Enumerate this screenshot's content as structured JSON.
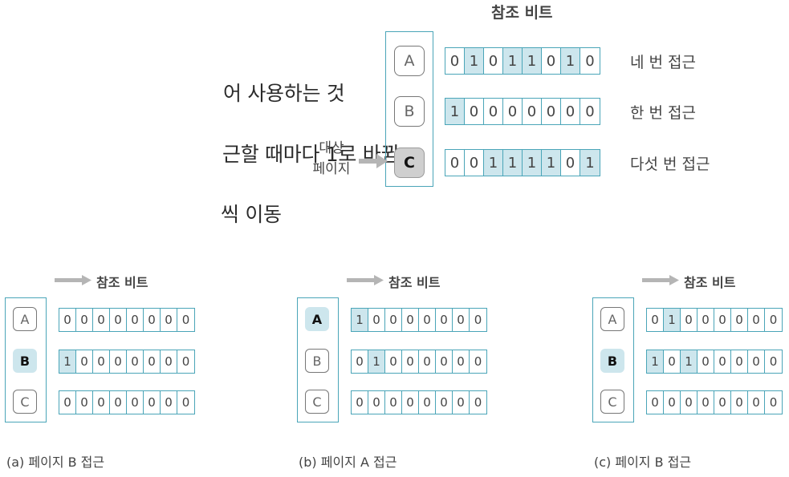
{
  "bullets": [
    "어 사용하는 것",
    "근할 때마다 1로 바뀜",
    "씩 이동"
  ],
  "top": {
    "title": "참조 비트",
    "target_label": "대상\n페이지",
    "rows": [
      {
        "page": "A",
        "bits": [
          "0",
          "1",
          "0",
          "1",
          "1",
          "0",
          "1",
          "0"
        ],
        "on": [
          1,
          3,
          4,
          6
        ],
        "label": "네 번 접근",
        "state": "normal"
      },
      {
        "page": "B",
        "bits": [
          "1",
          "0",
          "0",
          "0",
          "0",
          "0",
          "0",
          "0"
        ],
        "on": [
          0
        ],
        "label": "한 번 접근",
        "state": "normal"
      },
      {
        "page": "C",
        "bits": [
          "0",
          "0",
          "1",
          "1",
          "1",
          "1",
          "0",
          "1"
        ],
        "on": [
          2,
          3,
          4,
          5,
          7
        ],
        "label": "다섯 번 접근",
        "state": "selected"
      }
    ]
  },
  "panels": [
    {
      "subtitle": "참조 비트",
      "caption": "(a) 페이지 B 접근",
      "rows": [
        {
          "page": "A",
          "bits": [
            "0",
            "0",
            "0",
            "0",
            "0",
            "0",
            "0",
            "0"
          ],
          "on": [],
          "state": "normal"
        },
        {
          "page": "B",
          "bits": [
            "1",
            "0",
            "0",
            "0",
            "0",
            "0",
            "0",
            "0"
          ],
          "on": [
            0
          ],
          "state": "active"
        },
        {
          "page": "C",
          "bits": [
            "0",
            "0",
            "0",
            "0",
            "0",
            "0",
            "0",
            "0"
          ],
          "on": [],
          "state": "normal"
        }
      ]
    },
    {
      "subtitle": "참조 비트",
      "caption": "(b) 페이지 A 접근",
      "rows": [
        {
          "page": "A",
          "bits": [
            "1",
            "0",
            "0",
            "0",
            "0",
            "0",
            "0",
            "0"
          ],
          "on": [
            0
          ],
          "state": "active"
        },
        {
          "page": "B",
          "bits": [
            "0",
            "1",
            "0",
            "0",
            "0",
            "0",
            "0",
            "0"
          ],
          "on": [
            1
          ],
          "state": "normal"
        },
        {
          "page": "C",
          "bits": [
            "0",
            "0",
            "0",
            "0",
            "0",
            "0",
            "0",
            "0"
          ],
          "on": [],
          "state": "normal"
        }
      ]
    },
    {
      "subtitle": "참조 비트",
      "caption": "(c) 페이지 B 접근",
      "rows": [
        {
          "page": "A",
          "bits": [
            "0",
            "1",
            "0",
            "0",
            "0",
            "0",
            "0",
            "0"
          ],
          "on": [
            1
          ],
          "state": "normal"
        },
        {
          "page": "B",
          "bits": [
            "1",
            "0",
            "1",
            "0",
            "0",
            "0",
            "0",
            "0"
          ],
          "on": [
            0,
            2
          ],
          "state": "active"
        },
        {
          "page": "C",
          "bits": [
            "0",
            "0",
            "0",
            "0",
            "0",
            "0",
            "0",
            "0"
          ],
          "on": [],
          "state": "normal"
        }
      ]
    }
  ],
  "colors": {
    "accent": "#4aa5b8",
    "bit_on": "#cde6ed",
    "arrow": "#b5b5b5",
    "selected": "#cfcfcf"
  }
}
